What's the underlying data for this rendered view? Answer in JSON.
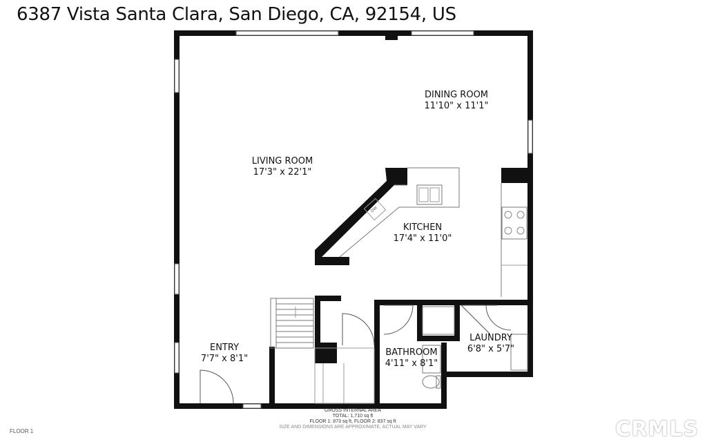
{
  "address": "6387 Vista Santa Clara, San Diego, CA, 92154, US",
  "rooms": {
    "dining": {
      "name": "DINING ROOM",
      "dims": "11'10\" x 11'1\""
    },
    "living": {
      "name": "LIVING ROOM",
      "dims": "17'3\" x 22'1\""
    },
    "kitchen": {
      "name": "KITCHEN",
      "dims": "17'4\" x 11'0\""
    },
    "entry": {
      "name": "ENTRY",
      "dims": "7'7\" x 8'1\""
    },
    "bathroom": {
      "name": "BATHROOM",
      "dims": "4'11\" x 8'1\""
    },
    "laundry": {
      "name": "LAUNDRY",
      "dims": "6'8\" x 5'7\""
    }
  },
  "fixture_labels": {
    "dishwasher": "DW"
  },
  "area": {
    "heading": "GROSS INTERNAL AREA",
    "total": "TOTAL: 1,710 sq ft",
    "floors": "FLOOR 1: 873 sq ft, FLOOR 2: 837 sq ft",
    "disclaimer": "SIZE AND DIMENSIONS ARE APPROXIMATE, ACTUAL MAY VARY"
  },
  "floor_label": "FLOOR 1",
  "watermark": "CRMLS",
  "colors": {
    "wall": "#111111",
    "background": "#ffffff",
    "fixture": "#777777"
  }
}
